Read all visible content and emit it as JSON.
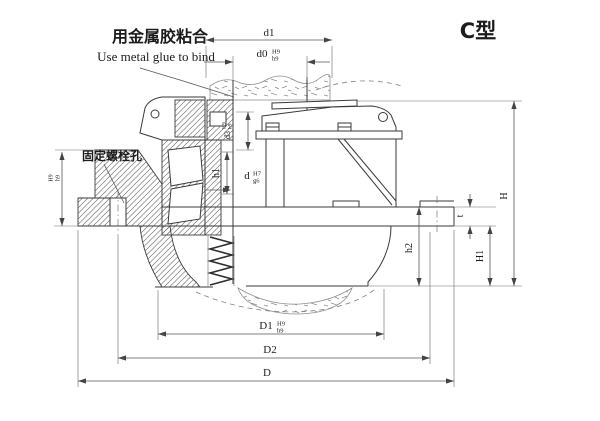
{
  "title": {
    "label": "C型"
  },
  "callouts": {
    "glue_cn": "用金属胶粘合",
    "glue_en": "Use metal glue to bind",
    "bolt_hole_cn": "固定螺栓孔"
  },
  "dims": {
    "d1": {
      "label": "d1"
    },
    "d0": {
      "label": "d0",
      "tol_upper": "H9",
      "tol_lower": "h9"
    },
    "d3": {
      "label": "d3",
      "tol_upper": "H9",
      "tol_lower": "h9"
    },
    "h1": {
      "label": "h1"
    },
    "d": {
      "label": "d",
      "tol_upper": "H7",
      "tol_lower": "g6"
    },
    "left_height": {
      "tol_upper": "H9",
      "tol_lower": "h9"
    },
    "t": {
      "label": "t"
    },
    "H": {
      "label": "H"
    },
    "H1": {
      "label": "H1"
    },
    "h2": {
      "label": "h2"
    },
    "D1": {
      "label": "D1",
      "tol_upper": "H9",
      "tol_lower": "h9"
    },
    "D2": {
      "label": "D2"
    },
    "D": {
      "label": "D"
    }
  },
  "colors": {
    "line": "#3a3a3a",
    "dim": "#555555",
    "background": "#ffffff"
  }
}
